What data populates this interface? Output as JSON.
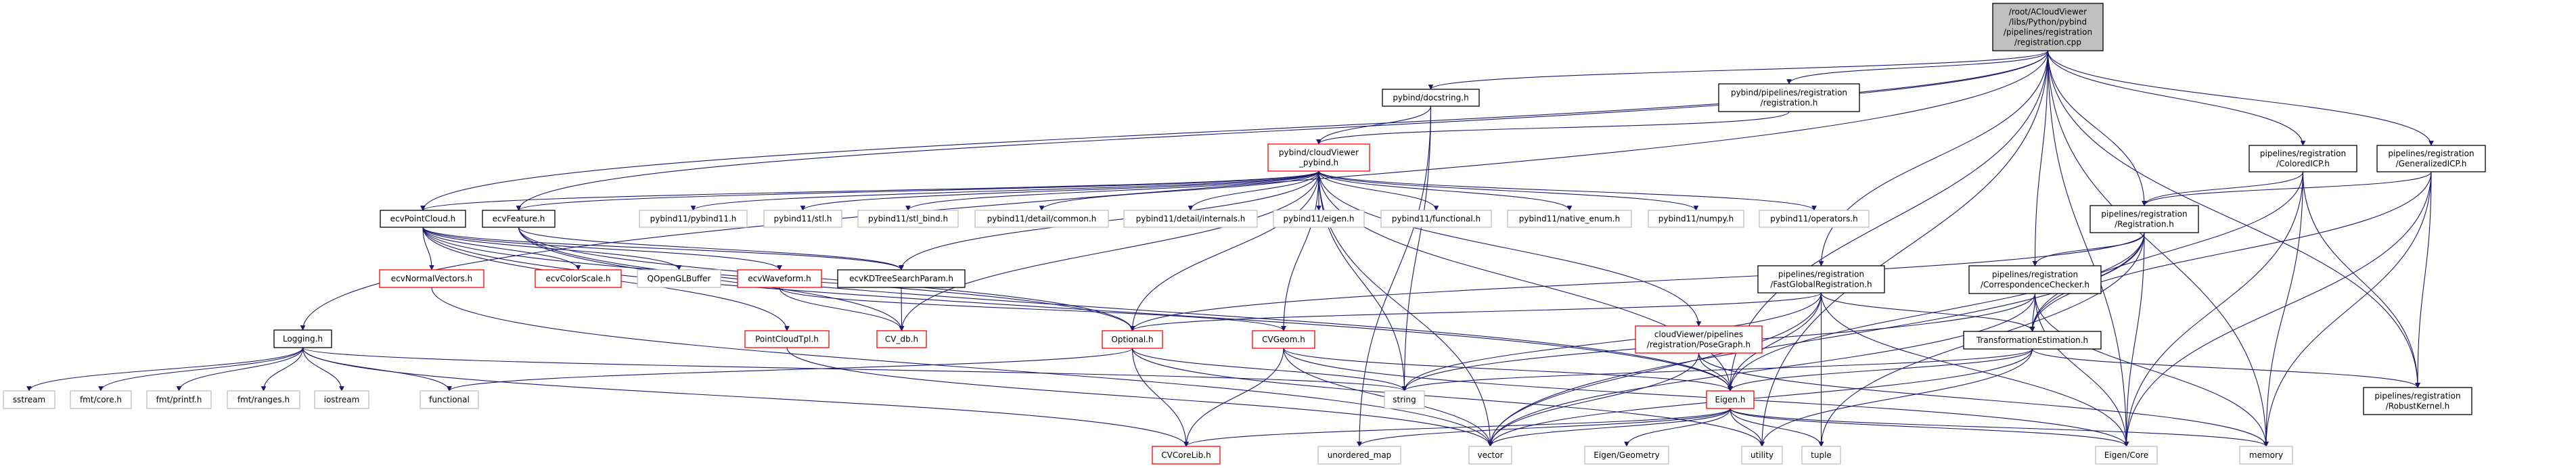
{
  "colors": {
    "edge": "#191970",
    "root_fill": "#bfbfbf",
    "documented_border": "#000000",
    "truncated_border": "#ff0000",
    "external_border": "#bfbfbf"
  },
  "nodes": [
    {
      "id": "root",
      "kind": "root",
      "lines": [
        "/root/ACloudViewer",
        "/libs/Python/pybind",
        "/pipelines/registration",
        "/registration.cpp"
      ]
    },
    {
      "id": "docstring",
      "kind": "documented",
      "lines": [
        "pybind/docstring.h"
      ]
    },
    {
      "id": "pyreg",
      "kind": "documented",
      "lines": [
        "pybind/pipelines/registration",
        "/registration.h"
      ]
    },
    {
      "id": "cvpy",
      "kind": "truncated",
      "lines": [
        "pybind/cloudViewer",
        "_pybind.h"
      ]
    },
    {
      "id": "logging",
      "kind": "documented",
      "lines": [
        "Logging.h"
      ]
    },
    {
      "id": "pc",
      "kind": "documented",
      "lines": [
        "ecvPointCloud.h"
      ]
    },
    {
      "id": "feat",
      "kind": "documented",
      "lines": [
        "ecvFeature.h"
      ]
    },
    {
      "id": "pb11",
      "kind": "external",
      "lines": [
        "pybind11/pybind11.h"
      ]
    },
    {
      "id": "stl",
      "kind": "external",
      "lines": [
        "pybind11/stl.h"
      ]
    },
    {
      "id": "stlbind",
      "kind": "external",
      "lines": [
        "pybind11/stl_bind.h"
      ]
    },
    {
      "id": "common",
      "kind": "external",
      "lines": [
        "pybind11/detail/common.h"
      ]
    },
    {
      "id": "internals",
      "kind": "external",
      "lines": [
        "pybind11/detail/internals.h"
      ]
    },
    {
      "id": "eigen",
      "kind": "external",
      "lines": [
        "pybind11/eigen.h"
      ]
    },
    {
      "id": "functional_h",
      "kind": "external",
      "lines": [
        "pybind11/functional.h"
      ]
    },
    {
      "id": "native",
      "kind": "external",
      "lines": [
        "pybind11/native_enum.h"
      ]
    },
    {
      "id": "numpy",
      "kind": "external",
      "lines": [
        "pybind11/numpy.h"
      ]
    },
    {
      "id": "operators",
      "kind": "external",
      "lines": [
        "pybind11/operators.h"
      ]
    },
    {
      "id": "normals",
      "kind": "truncated",
      "lines": [
        "ecvNormalVectors.h"
      ]
    },
    {
      "id": "colorscale",
      "kind": "truncated",
      "lines": [
        "ecvColorScale.h"
      ]
    },
    {
      "id": "qogl",
      "kind": "external",
      "lines": [
        "QOpenGLBuffer"
      ]
    },
    {
      "id": "waveform",
      "kind": "truncated",
      "lines": [
        "ecvWaveform.h"
      ]
    },
    {
      "id": "kdtree",
      "kind": "documented",
      "lines": [
        "ecvKDTreeSearchParam.h"
      ]
    },
    {
      "id": "fgr",
      "kind": "documented",
      "lines": [
        "pipelines/registration",
        "/FastGlobalRegistration.h"
      ]
    },
    {
      "id": "cc",
      "kind": "documented",
      "lines": [
        "pipelines/registration",
        "/CorrespondenceChecker.h"
      ]
    },
    {
      "id": "reg",
      "kind": "documented",
      "lines": [
        "pipelines/registration",
        "/Registration.h"
      ]
    },
    {
      "id": "cicp",
      "kind": "documented",
      "lines": [
        "pipelines/registration",
        "/ColoredICP.h"
      ]
    },
    {
      "id": "gicp",
      "kind": "documented",
      "lines": [
        "pipelines/registration",
        "/GeneralizedICP.h"
      ]
    },
    {
      "id": "pctpl",
      "kind": "truncated",
      "lines": [
        "PointCloudTpl.h"
      ]
    },
    {
      "id": "cvdb",
      "kind": "truncated",
      "lines": [
        "CV_db.h"
      ]
    },
    {
      "id": "optional",
      "kind": "truncated",
      "lines": [
        "Optional.h"
      ]
    },
    {
      "id": "cvgeom",
      "kind": "truncated",
      "lines": [
        "CVGeom.h"
      ]
    },
    {
      "id": "posegraph",
      "kind": "truncated",
      "lines": [
        "cloudViewer/pipelines",
        "/registration/PoseGraph.h"
      ]
    },
    {
      "id": "te",
      "kind": "documented",
      "lines": [
        "TransformationEstimation.h"
      ]
    },
    {
      "id": "sstream",
      "kind": "external",
      "lines": [
        "sstream"
      ]
    },
    {
      "id": "fmtcore",
      "kind": "external",
      "lines": [
        "fmt/core.h"
      ]
    },
    {
      "id": "fmtprintf",
      "kind": "external",
      "lines": [
        "fmt/printf.h"
      ]
    },
    {
      "id": "fmtranges",
      "kind": "external",
      "lines": [
        "fmt/ranges.h"
      ]
    },
    {
      "id": "iostream",
      "kind": "external",
      "lines": [
        "iostream"
      ]
    },
    {
      "id": "functional",
      "kind": "external",
      "lines": [
        "functional"
      ]
    },
    {
      "id": "string",
      "kind": "external",
      "lines": [
        "string"
      ]
    },
    {
      "id": "eigenh",
      "kind": "truncated",
      "lines": [
        "Eigen.h"
      ]
    },
    {
      "id": "robust",
      "kind": "documented",
      "lines": [
        "pipelines/registration",
        "/RobustKernel.h"
      ]
    },
    {
      "id": "cvcorelib",
      "kind": "truncated",
      "lines": [
        "CVCoreLib.h"
      ]
    },
    {
      "id": "umap",
      "kind": "external",
      "lines": [
        "unordered_map"
      ]
    },
    {
      "id": "vector",
      "kind": "external",
      "lines": [
        "vector"
      ]
    },
    {
      "id": "eigengeom",
      "kind": "external",
      "lines": [
        "Eigen/Geometry"
      ]
    },
    {
      "id": "utility",
      "kind": "external",
      "lines": [
        "utility"
      ]
    },
    {
      "id": "tuple",
      "kind": "external",
      "lines": [
        "tuple"
      ]
    },
    {
      "id": "eigencore",
      "kind": "external",
      "lines": [
        "Eigen/Core"
      ]
    },
    {
      "id": "memory",
      "kind": "external",
      "lines": [
        "memory"
      ]
    }
  ],
  "edges": [
    [
      "root",
      "docstring"
    ],
    [
      "root",
      "pyreg"
    ],
    [
      "root",
      "logging"
    ],
    [
      "root",
      "pc"
    ],
    [
      "root",
      "feat"
    ],
    [
      "root",
      "reg"
    ],
    [
      "root",
      "fgr"
    ],
    [
      "root",
      "cc"
    ],
    [
      "root",
      "cicp"
    ],
    [
      "root",
      "gicp"
    ],
    [
      "root",
      "robust"
    ],
    [
      "root",
      "eigencore"
    ],
    [
      "root",
      "memory"
    ],
    [
      "root",
      "utility"
    ],
    [
      "root",
      "eigenh"
    ],
    [
      "docstring",
      "cvpy"
    ],
    [
      "docstring",
      "umap"
    ],
    [
      "docstring",
      "string"
    ],
    [
      "pyreg",
      "cvpy"
    ],
    [
      "cvpy",
      "pc"
    ],
    [
      "cvpy",
      "feat"
    ],
    [
      "cvpy",
      "pb11"
    ],
    [
      "cvpy",
      "stl"
    ],
    [
      "cvpy",
      "stlbind"
    ],
    [
      "cvpy",
      "common"
    ],
    [
      "cvpy",
      "internals"
    ],
    [
      "cvpy",
      "eigen"
    ],
    [
      "cvpy",
      "functional_h"
    ],
    [
      "cvpy",
      "native"
    ],
    [
      "cvpy",
      "numpy"
    ],
    [
      "cvpy",
      "operators"
    ],
    [
      "cvpy",
      "optional"
    ],
    [
      "cvpy",
      "cvgeom"
    ],
    [
      "cvpy",
      "kdtree"
    ],
    [
      "cvpy",
      "posegraph"
    ],
    [
      "cvpy",
      "eigenh"
    ],
    [
      "cvpy",
      "cvdb"
    ],
    [
      "cvpy",
      "string"
    ],
    [
      "cvpy",
      "vector"
    ],
    [
      "pc",
      "normals"
    ],
    [
      "pc",
      "colorscale"
    ],
    [
      "pc",
      "qogl"
    ],
    [
      "pc",
      "waveform"
    ],
    [
      "pc",
      "kdtree"
    ],
    [
      "pc",
      "pctpl"
    ],
    [
      "pc",
      "eigenh"
    ],
    [
      "pc",
      "optional"
    ],
    [
      "feat",
      "kdtree"
    ],
    [
      "feat",
      "cvdb"
    ],
    [
      "feat",
      "optional"
    ],
    [
      "feat",
      "eigenh"
    ],
    [
      "normals",
      "vector"
    ],
    [
      "waveform",
      "cvdb"
    ],
    [
      "waveform",
      "cvgeom"
    ],
    [
      "kdtree",
      "cvdb"
    ],
    [
      "pctpl",
      "vector"
    ],
    [
      "logging",
      "sstream"
    ],
    [
      "logging",
      "fmtcore"
    ],
    [
      "logging",
      "fmtprintf"
    ],
    [
      "logging",
      "fmtranges"
    ],
    [
      "logging",
      "iostream"
    ],
    [
      "logging",
      "functional"
    ],
    [
      "logging",
      "string"
    ],
    [
      "logging",
      "cvcorelib"
    ],
    [
      "optional",
      "functional"
    ],
    [
      "optional",
      "cvcorelib"
    ],
    [
      "optional",
      "string"
    ],
    [
      "optional",
      "utility"
    ],
    [
      "cvgeom",
      "cvcorelib"
    ],
    [
      "cvgeom",
      "vector"
    ],
    [
      "cvgeom",
      "eigenh"
    ],
    [
      "cvgeom",
      "eigencore"
    ],
    [
      "posegraph",
      "eigenh"
    ],
    [
      "posegraph",
      "vector"
    ],
    [
      "posegraph",
      "memory"
    ],
    [
      "eigenh",
      "cvcorelib"
    ],
    [
      "eigenh",
      "umap"
    ],
    [
      "eigenh",
      "vector"
    ],
    [
      "eigenh",
      "eigengeom"
    ],
    [
      "eigenh",
      "utility"
    ],
    [
      "eigenh",
      "tuple"
    ],
    [
      "eigenh",
      "eigencore"
    ],
    [
      "eigenh",
      "memory"
    ],
    [
      "fgr",
      "optional"
    ],
    [
      "fgr",
      "vector"
    ],
    [
      "fgr",
      "tuple"
    ],
    [
      "fgr",
      "te"
    ],
    [
      "fgr",
      "eigencore"
    ],
    [
      "fgr",
      "eigenh"
    ],
    [
      "fgr",
      "string"
    ],
    [
      "cc",
      "te"
    ],
    [
      "cc",
      "eigencore"
    ],
    [
      "cc",
      "memory"
    ],
    [
      "cc",
      "vector"
    ],
    [
      "cc",
      "string"
    ],
    [
      "reg",
      "cc"
    ],
    [
      "reg",
      "te"
    ],
    [
      "reg",
      "eigenh"
    ],
    [
      "reg",
      "eigencore"
    ],
    [
      "reg",
      "tuple"
    ],
    [
      "reg",
      "vector"
    ],
    [
      "reg",
      "optional"
    ],
    [
      "cicp",
      "reg"
    ],
    [
      "cicp",
      "te"
    ],
    [
      "cicp",
      "robust"
    ],
    [
      "cicp",
      "eigencore"
    ],
    [
      "cicp",
      "memory"
    ],
    [
      "gicp",
      "reg"
    ],
    [
      "gicp",
      "te"
    ],
    [
      "gicp",
      "robust"
    ],
    [
      "gicp",
      "eigencore"
    ],
    [
      "gicp",
      "memory"
    ],
    [
      "te",
      "robust"
    ],
    [
      "te",
      "eigenh"
    ],
    [
      "te",
      "string"
    ],
    [
      "te",
      "utility"
    ],
    [
      "te",
      "vector"
    ]
  ]
}
